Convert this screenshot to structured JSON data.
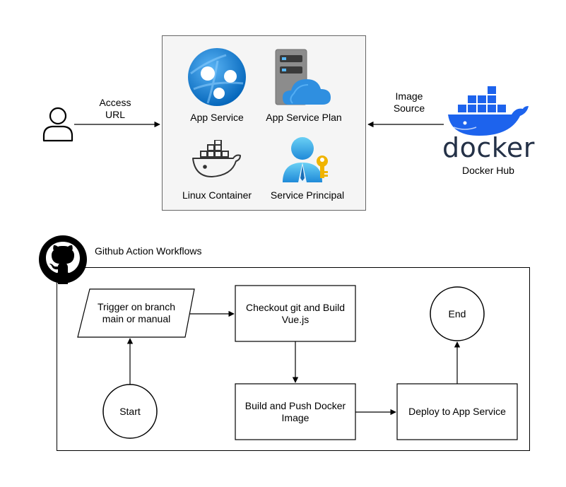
{
  "user": {
    "icon": "user-icon"
  },
  "access_label": "Access\nURL",
  "image_source_label": "Image\nSource",
  "azure": {
    "app_service": "App Service",
    "app_service_plan": "App Service Plan",
    "linux_container": "Linux Container",
    "service_principal": "Service Principal"
  },
  "docker": {
    "logo_text": "docker",
    "label": "Docker Hub",
    "color": "#1d63ed"
  },
  "workflow": {
    "title": "Github Action Workflows",
    "trigger": "Trigger on branch\nmain or manual",
    "checkout": "Checkout git and Build\nVue.js",
    "build_push": "Build and Push Docker\nImage",
    "deploy": "Deploy to App Service",
    "start": "Start",
    "end": "End"
  },
  "colors": {
    "azure_blue": "#0078d4",
    "azure_light": "#50b0f0",
    "azure_gray": "#7a7a7a",
    "key_gold": "#f0b400"
  }
}
